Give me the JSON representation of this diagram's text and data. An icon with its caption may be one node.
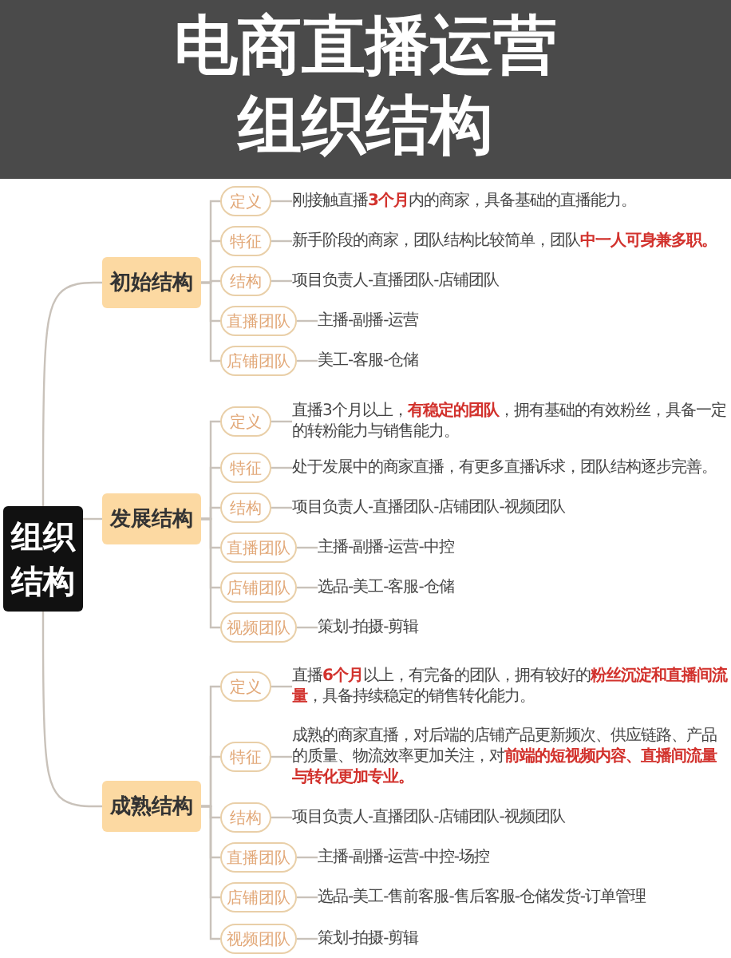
{
  "diagram": {
    "title": "电商直播运营组织结构",
    "nodes": [
      {
        "text": [
          "组织结构"
        ]
      },
      {
        "text": [
          "初始结构"
        ]
      },
      {
        "text": [
          "定义"
        ]
      },
      {
        "text": [
          "刚接触直播**3个月**内的商家，具备基础的直播能力。"
        ]
      },
      {
        "text": [
          "特征"
        ]
      },
      {
        "text": [
          "新手阶段的商家，团队结构比较简单，团队**中一人可身兼多职。**"
        ]
      },
      {
        "text": [
          "结构"
        ]
      },
      {
        "text": [
          "项目负责人-直播团队-店铺团队"
        ]
      },
      {
        "text": [
          "直播团队"
        ]
      },
      {
        "text": [
          "主播-副播-运营"
        ]
      },
      {
        "text": [
          "店铺团队"
        ]
      },
      {
        "text": [
          "美工-客服-仓储"
        ]
      },
      {
        "text": [
          "发展结构"
        ]
      },
      {
        "text": [
          "定义"
        ]
      },
      {
        "text": [
          "直播3个月以上，**有稳定的团队**，拥有基础的有效粉丝，具备一定的转粉能力与销售能力。"
        ]
      },
      {
        "text": [
          "特征"
        ]
      },
      {
        "text": [
          "处于发展中的商家直播，有更多直播诉求，团队结构逐步完善。"
        ]
      },
      {
        "text": [
          "结构"
        ]
      },
      {
        "text": [
          "项目负责人-直播团队-店铺团队-视频团队"
        ]
      },
      {
        "text": [
          "直播团队"
        ]
      },
      {
        "text": [
          "主播-副播-运营-中控"
        ]
      },
      {
        "text": [
          "店铺团队"
        ]
      },
      {
        "text": [
          "选品-美工-客服-仓储"
        ]
      },
      {
        "text": [
          "视频团队"
        ]
      },
      {
        "text": [
          "策划-拍摄-剪辑"
        ]
      },
      {
        "text": [
          "成熟结构"
        ]
      },
      {
        "text": [
          "定义"
        ]
      },
      {
        "text": [
          "直播**6个月**以上，有完备的团队，拥有较好的**粉丝沉淀和直播间流量**，具备持续稳定的销售转化能力。"
        ]
      },
      {
        "text": [
          "特征"
        ]
      },
      {
        "text": [
          "成熟的商家直播，对后端的店铺产品更新频次、供应链路、产品的质量、物流效率更加关注，对**前端的短视频内容、直播间流量与转化更加专业。**"
        ]
      },
      {
        "text": [
          "结构"
        ]
      },
      {
        "text": [
          "项目负责人-直播团队-店铺团队-视频团队"
        ]
      },
      {
        "text": [
          "直播团队"
        ]
      },
      {
        "text": [
          "主播-副播-运营-中控-场控"
        ]
      },
      {
        "text": [
          "店铺团队"
        ]
      },
      {
        "text": [
          "选品-美工-售前客服-售后客服-仓储发货-订单管理"
        ]
      },
      {
        "text": [
          "视频团队"
        ]
      },
      {
        "text": [
          "策划-拍摄-剪辑"
        ]
      }
    ],
    "edges": [
      {
        "from": 0,
        "to": 1,
        "arrow": "none"
      },
      {
        "from": 0,
        "to": 12,
        "arrow": "none"
      },
      {
        "from": 0,
        "to": 25,
        "arrow": "none"
      },
      {
        "from": 1,
        "to": 2,
        "arrow": "none"
      },
      {
        "from": 2,
        "to": 3,
        "arrow": "none"
      },
      {
        "from": 1,
        "to": 4,
        "arrow": "none"
      },
      {
        "from": 4,
        "to": 5,
        "arrow": "none"
      },
      {
        "from": 1,
        "to": 6,
        "arrow": "none"
      },
      {
        "from": 6,
        "to": 7,
        "arrow": "none"
      },
      {
        "from": 1,
        "to": 8,
        "arrow": "none"
      },
      {
        "from": 8,
        "to": 9,
        "arrow": "none"
      },
      {
        "from": 1,
        "to": 10,
        "arrow": "none"
      },
      {
        "from": 10,
        "to": 11,
        "arrow": "none"
      },
      {
        "from": 12,
        "to": 13,
        "arrow": "none"
      },
      {
        "from": 13,
        "to": 14,
        "arrow": "none"
      },
      {
        "from": 12,
        "to": 15,
        "arrow": "none"
      },
      {
        "from": 15,
        "to": 16,
        "arrow": "none"
      },
      {
        "from": 12,
        "to": 17,
        "arrow": "none"
      },
      {
        "from": 17,
        "to": 18,
        "arrow": "none"
      },
      {
        "from": 12,
        "to": 19,
        "arrow": "none"
      },
      {
        "from": 19,
        "to": 20,
        "arrow": "none"
      },
      {
        "from": 12,
        "to": 21,
        "arrow": "none"
      },
      {
        "from": 21,
        "to": 22,
        "arrow": "none"
      },
      {
        "from": 12,
        "to": 23,
        "arrow": "none"
      },
      {
        "from": 23,
        "to": 24,
        "arrow": "none"
      },
      {
        "from": 25,
        "to": 26,
        "arrow": "none"
      },
      {
        "from": 26,
        "to": 27,
        "arrow": "none"
      },
      {
        "from": 25,
        "to": 28,
        "arrow": "none"
      },
      {
        "from": 28,
        "to": 29,
        "arrow": "none"
      },
      {
        "from": 25,
        "to": 30,
        "arrow": "none"
      },
      {
        "from": 30,
        "to": 31,
        "arrow": "none"
      },
      {
        "from": 25,
        "to": 32,
        "arrow": "none"
      },
      {
        "from": 32,
        "to": 33,
        "arrow": "none"
      },
      {
        "from": 25,
        "to": 34,
        "arrow": "none"
      },
      {
        "from": 34,
        "to": 35,
        "arrow": "none"
      },
      {
        "from": 25,
        "to": 36,
        "arrow": "none"
      },
      {
        "from": 36,
        "to": 37,
        "arrow": "none"
      }
    ]
  }
}
